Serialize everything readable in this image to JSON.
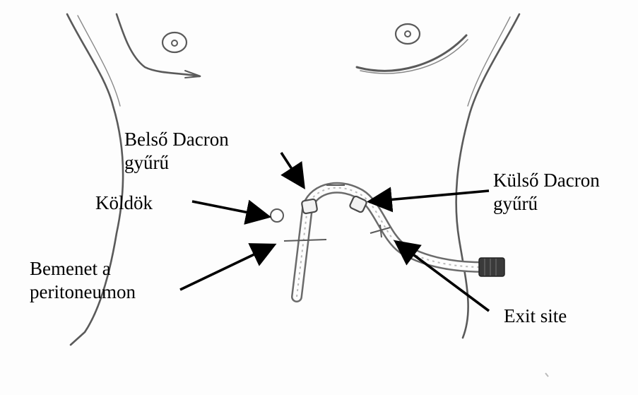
{
  "labels": {
    "inner_cuff": {
      "line1": "Belső Dacron",
      "line2": "gyűrű"
    },
    "navel": {
      "text": "Köldök"
    },
    "outer_cuff": {
      "line1": "Külső Dacron",
      "line2": "gyűrű"
    },
    "entry": {
      "line1": "Bemenet a",
      "line2": "peritoneumon"
    },
    "exit_site": {
      "text": "Exit site"
    }
  },
  "colors": {
    "pencil": "#5a5a5a",
    "pencil_light": "#8a8a8a",
    "arrow": "#000000",
    "paper": "#fdfdfd",
    "catheter_connector": "#3a3a3a"
  }
}
